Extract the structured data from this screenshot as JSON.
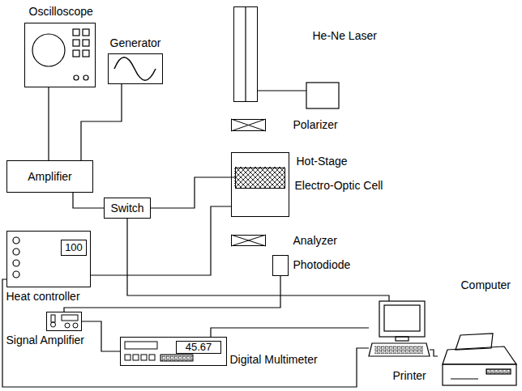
{
  "diagram": {
    "nodes": [
      {
        "text": [
          "Oscilloscope"
        ]
      },
      {
        "text": [
          "Generator"
        ]
      },
      {
        "text": [
          "He-Ne Laser"
        ]
      },
      {
        "text": [
          "Polarizer"
        ]
      },
      {
        "text": [
          "Amplifier"
        ]
      },
      {
        "text": [
          "Hot-Stage"
        ]
      },
      {
        "text": [
          "Electro-Optic Cell"
        ],
        "in": 5
      },
      {
        "text": [
          "Switch"
        ]
      },
      {
        "text": [
          "Analyzer"
        ]
      },
      {
        "text": [
          "Photodiode"
        ]
      },
      {
        "text": [
          "100",
          "Heat controller"
        ]
      },
      {
        "text": [
          "Computer"
        ]
      },
      {
        "text": [
          "Signal Amplifier"
        ]
      },
      {
        "text": [
          "45.67",
          "Digital Multimeter"
        ]
      },
      {
        "text": [
          "Printer"
        ]
      }
    ],
    "edges": [
      {
        "from": 0,
        "to": 4,
        "arrow": "none"
      },
      {
        "from": 1,
        "to": 4,
        "arrow": "none"
      },
      {
        "from": 4,
        "to": 7,
        "arrow": "none"
      },
      {
        "from": 7,
        "to": 6,
        "arrow": "none"
      },
      {
        "from": 10,
        "to": 5,
        "arrow": "none"
      },
      {
        "from": 9,
        "to": 12,
        "arrow": "none"
      },
      {
        "from": 12,
        "to": 13,
        "arrow": "none"
      },
      {
        "from": 13,
        "to": 11,
        "arrow": "none"
      },
      {
        "from": 10,
        "to": 11,
        "arrow": "none"
      },
      {
        "from": 7,
        "to": 11,
        "arrow": "none"
      },
      {
        "from": 11,
        "to": 14,
        "arrow": "none"
      }
    ]
  }
}
